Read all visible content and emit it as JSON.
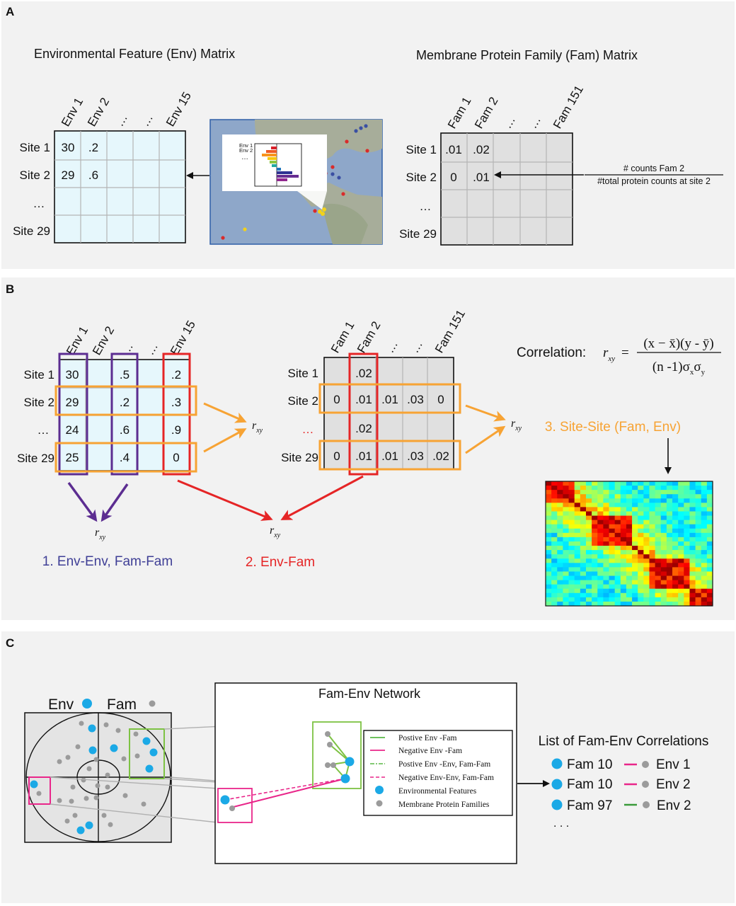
{
  "panel_a": {
    "letter": "A",
    "env_title": "Environmental Feature (Env) Matrix",
    "fam_title": "Membrane Protein Family (Fam) Matrix",
    "env_cols": [
      "Env 1",
      "Env 2",
      "…",
      "…",
      "Env 15"
    ],
    "env_rows": [
      "Site 1",
      "Site 2",
      "…",
      "Site 29"
    ],
    "env_values": [
      [
        "30",
        ".2"
      ],
      [
        "29",
        ".6"
      ]
    ],
    "map_legend": [
      "Env 1",
      "Env 2",
      "…"
    ],
    "fam_cols": [
      "Fam 1",
      "Fam 2",
      "…",
      "…",
      "Fam 151"
    ],
    "fam_rows": [
      "Site 1",
      "Site 2",
      "…",
      "Site 29"
    ],
    "fam_values": [
      [
        ".01",
        ".02"
      ],
      [
        "0",
        ".01"
      ]
    ],
    "fraction_num": "# counts Fam 2",
    "fraction_den": "#total protein counts at site 2"
  },
  "panel_b": {
    "letter": "B",
    "env_cols": [
      "Env 1",
      "Env 2",
      "…",
      "…",
      "Env 15"
    ],
    "env_rows": [
      "Site 1",
      "Site 2",
      "…",
      "Site 29"
    ],
    "env_c1": [
      "30",
      "29",
      "24",
      "25"
    ],
    "env_c3": [
      ".5",
      ".2",
      ".6",
      ".4"
    ],
    "env_c5": [
      ".2",
      ".3",
      ".9",
      "0"
    ],
    "fam_cols": [
      "Fam 1",
      "Fam 2",
      "…",
      "…",
      "Fam 151"
    ],
    "fam_rows": [
      "Site 1",
      "Site 2",
      "…",
      "Site 29"
    ],
    "fam_site1": ".02",
    "fam_site2": [
      "0",
      ".01",
      ".01",
      ".03",
      "0"
    ],
    "fam_site3": ".02",
    "fam_site29": [
      "0",
      ".01",
      ".01",
      ".03",
      ".02"
    ],
    "rxy_r": "r",
    "rxy_sub": "xy",
    "corr_label": "Correlation:",
    "formula_lhs_sub": "xy",
    "formula_num": "(x − x̄)(y - ȳ)",
    "formula_den_a": "(n -1)σ",
    "formula_den_sx": "x",
    "formula_den_b": "σ",
    "formula_den_sy": "y",
    "label1": "1. Env-Env, Fam-Fam",
    "label2": "2. Env-Fam",
    "label3": "3. Site-Site (Fam, Env)",
    "colors": {
      "purple": "#5c2d91",
      "red": "#e52526",
      "orange": "#f7a334",
      "blue_text": "#3f3f96"
    }
  },
  "panel_c": {
    "letter": "C",
    "legend_env": "Env",
    "legend_fam": "Fam",
    "network_title": "Fam-Env Network",
    "network_legend": [
      "Postive Env -Fam",
      "Negative Env -Fam",
      "Postive Env -Env, Fam-Fam",
      "Negative Env-Env, Fam-Fam",
      "Environmental Features",
      "Membrane Protein Families"
    ],
    "list_title": "List of Fam-Env Correlations",
    "list": [
      {
        "fam": "Fam 10",
        "env": "Env 1",
        "sign": "negative"
      },
      {
        "fam": "Fam 10",
        "env": "Env 2",
        "sign": "negative"
      },
      {
        "fam": "Fam 97",
        "env": "Env 2",
        "sign": "positive"
      }
    ],
    "list_more": ". . .",
    "colors": {
      "env_dot": "#1ba9e6",
      "fam_dot": "#9b9b9b",
      "positive": "#5ab847",
      "negative": "#e9268a"
    }
  }
}
